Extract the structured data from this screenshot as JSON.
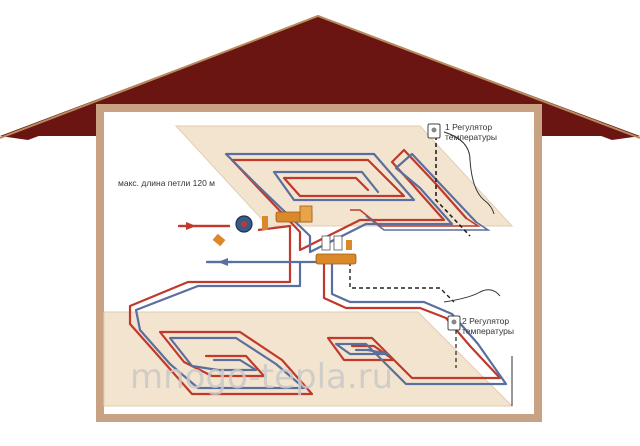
{
  "labels": {
    "max_loop_length": "макс. длина петли 120 м",
    "regulator_1_line1": "1 Регулятор",
    "regulator_1_line2": "температуры",
    "regulator_2_line1": "2 Регулятор",
    "regulator_2_line2": "температуры"
  },
  "watermark": "mnogo-tepla.ru",
  "icons": [
    "thermostat-icon",
    "circulation-pump-icon",
    "manifold-icon",
    "valve-icon",
    "flow-arrow-icon"
  ],
  "colors": {
    "roof": "#6b1512",
    "roof_edge": "#c99a6a",
    "house_wall": "#c9a283",
    "floor_panel": "#f3e4cf",
    "supply_pipe": "#c0392b",
    "return_pipe": "#5b6f9e",
    "manifold": "#d9892a"
  }
}
